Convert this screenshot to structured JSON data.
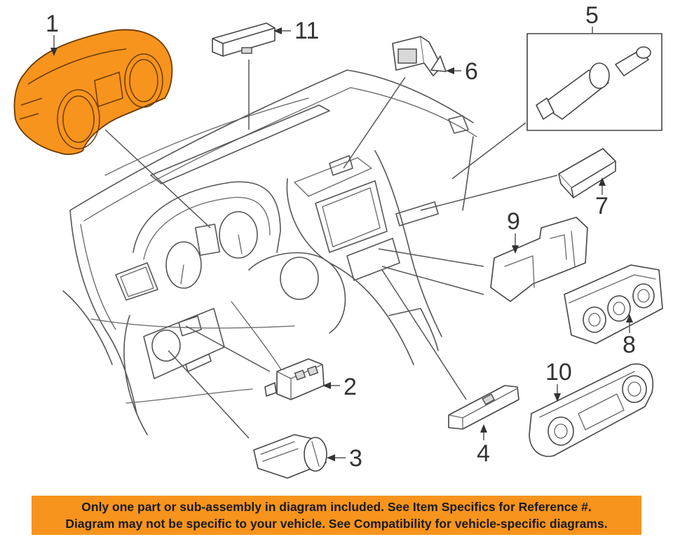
{
  "callouts": {
    "c1": "1",
    "c2": "2",
    "c3": "3",
    "c4": "4",
    "c5": "5",
    "c6": "6",
    "c7": "7",
    "c8": "8",
    "c9": "9",
    "c10": "10",
    "c11": "11"
  },
  "notice": {
    "line1": "Only one part or sub-assembly in diagram included. See Item Specifics for Reference #.",
    "line2": "Diagram may not be specific to your vehicle. See Compatibility for vehicle-specific diagrams."
  },
  "colors": {
    "highlight": "#f7941d",
    "line": "#555555",
    "background": "#ffffff"
  },
  "icons": {
    "part_1": "instrument-cluster-icon",
    "part_2": "switch-module-icon",
    "part_3": "headlight-switch-icon",
    "part_4": "switch-strip-icon",
    "part_5": "ignition-lock-icon",
    "part_6": "hazard-switch-icon",
    "part_7": "switch-block-icon",
    "part_8": "climate-control-panel-icon",
    "part_9": "bracket-icon",
    "part_10": "climate-control-panel-icon",
    "part_11": "sensor-icon"
  }
}
